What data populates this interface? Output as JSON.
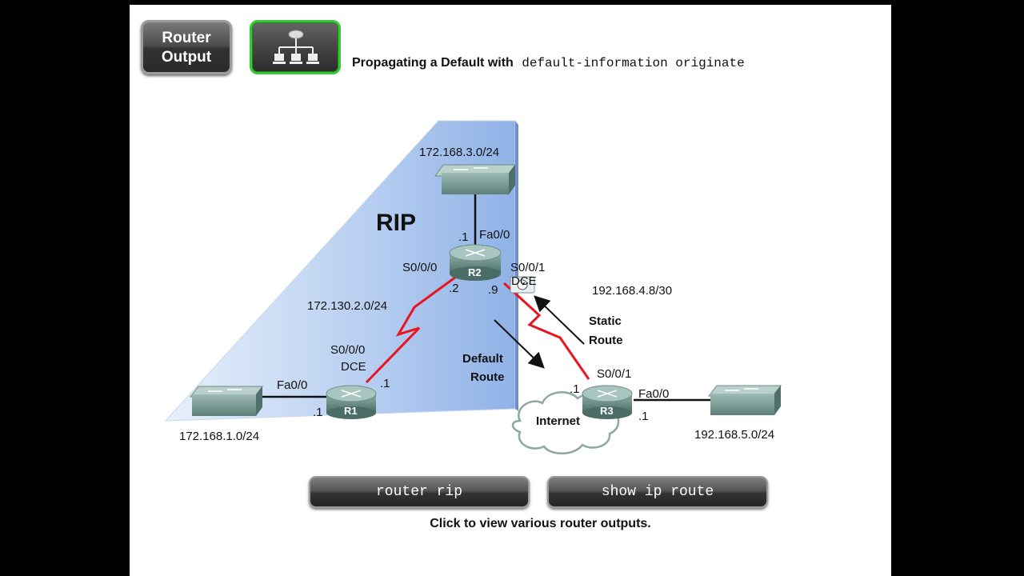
{
  "toolbar": {
    "router_output_label_line1": "Router",
    "router_output_label_line2": "Output",
    "topology_icon": "network-topology-icon"
  },
  "title": {
    "text": "Propagating a Default with",
    "command": "default-information originate"
  },
  "diagram": {
    "rip_area_label": "RIP",
    "networks": {
      "r2_lan": "172.168.3.0/24",
      "r1_r2_link": "172.130.2.0/24",
      "r1_lan": "172.168.1.0/24",
      "r2_r3_link": "192.168.4.8/30",
      "r3_lan": "192.168.5.0/24"
    },
    "routers": {
      "r1": "R1",
      "r2": "R2",
      "r3": "R3"
    },
    "interfaces": {
      "r2_fa": "Fa0/0",
      "r2_fa_ip": ".1",
      "r2_s000": "S0/0/0",
      "r2_s000_ip": ".2",
      "r2_s001": "S0/0/1",
      "r2_s001_dce": "DCE",
      "r2_s001_ip": ".9",
      "r1_s000": "S0/0/0",
      "r1_s000_dce": "DCE",
      "r1_s000_ip": ".1",
      "r1_fa": "Fa0/0",
      "r1_fa_ip": ".1",
      "r3_s001": "S0/0/1",
      "r3_s001_ip": ".1",
      "r3_fa": "Fa0/0",
      "r3_fa_ip": ".1"
    },
    "static_route_line1": "Static",
    "static_route_line2": "Route",
    "default_route_line1": "Default",
    "default_route_line2": "Route",
    "internet_label": "Internet"
  },
  "buttons": {
    "router_rip": "router rip",
    "show_ip_route": "show ip route"
  },
  "caption": "Click to view various router outputs.",
  "colors": {
    "rip_area": "#a8c4ee",
    "serial_link": "#e8141e",
    "active_border": "#37c837"
  }
}
